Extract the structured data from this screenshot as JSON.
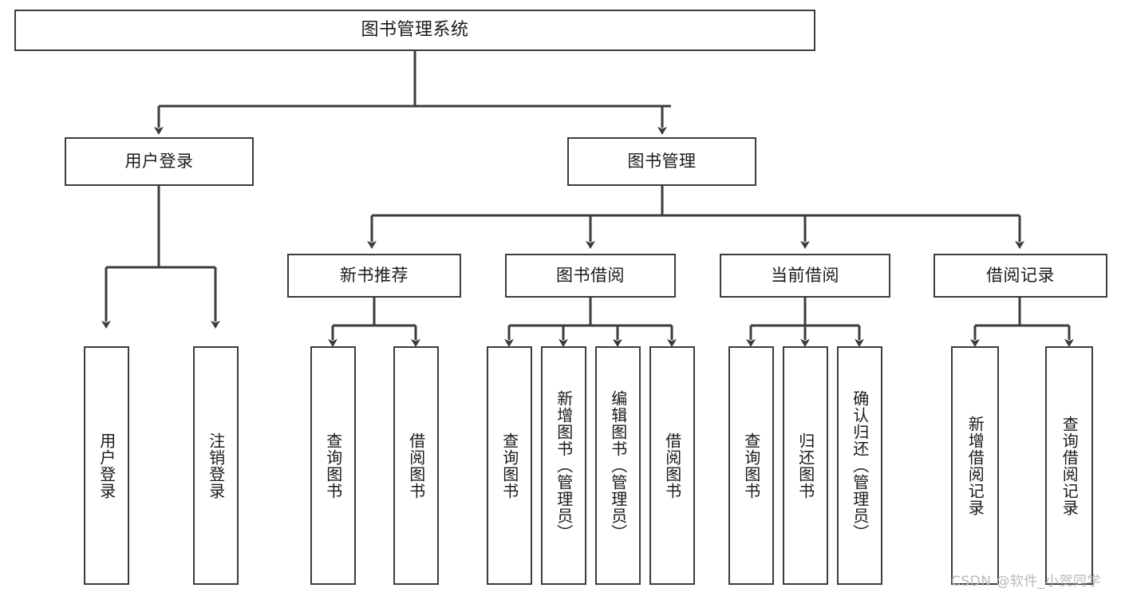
{
  "diagram": {
    "title": "图书管理系统",
    "background_color": "#ffffff",
    "border_color": "#3c3c3c",
    "text_color": "#1a1a1a",
    "root": {
      "label": "图书管理系统"
    },
    "level2": [
      {
        "label": "用户登录"
      },
      {
        "label": "图书管理"
      }
    ],
    "level3": [
      {
        "label": "新书推荐"
      },
      {
        "label": "图书借阅"
      },
      {
        "label": "当前借阅"
      },
      {
        "label": "借阅记录"
      }
    ],
    "leaves": {
      "user_login": [
        {
          "label": "用户登录"
        },
        {
          "label": "注销登录"
        }
      ],
      "new_book": [
        {
          "label": "查询图书"
        },
        {
          "label": "借阅图书"
        }
      ],
      "book_borrow": [
        {
          "label": "查询图书"
        },
        {
          "label": "新增图书（管理员）"
        },
        {
          "label": "编辑图书（管理员）"
        },
        {
          "label": "借阅图书"
        }
      ],
      "current_borrow": [
        {
          "label": "查询图书"
        },
        {
          "label": "归还图书"
        },
        {
          "label": "确认归还（管理员）"
        }
      ],
      "borrow_record": [
        {
          "label": "新增借阅记录"
        },
        {
          "label": "查询借阅记录"
        }
      ]
    }
  },
  "watermark": {
    "text": "CSDN @软件_小贺同学"
  }
}
